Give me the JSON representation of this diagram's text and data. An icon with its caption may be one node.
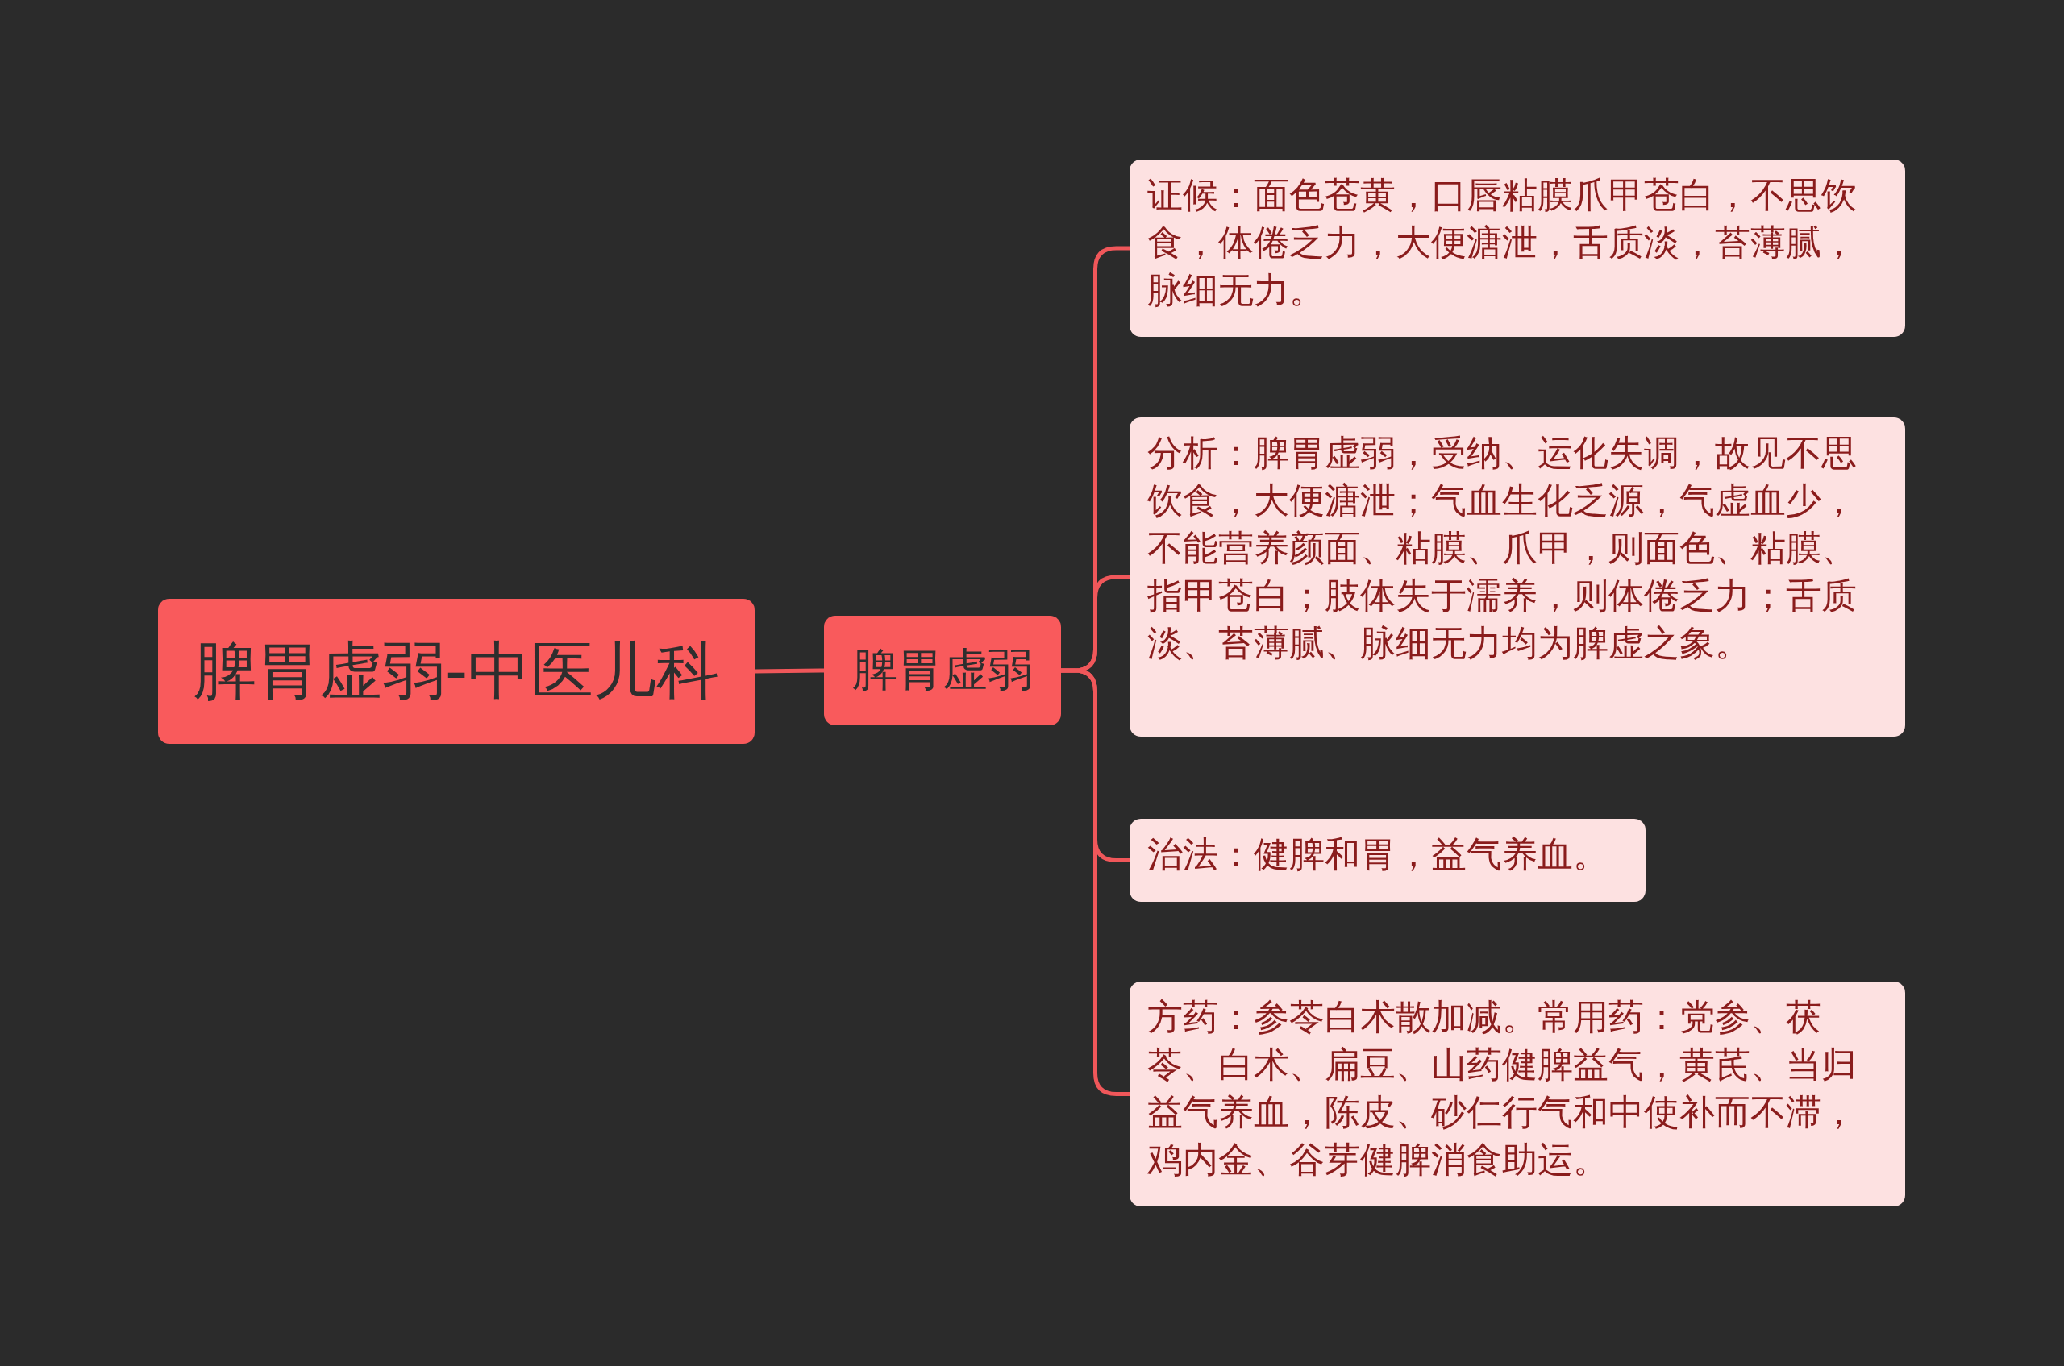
{
  "diagram": {
    "nodes": [
      {
        "text": [
          "脾胃虚弱-中医儿科"
        ]
      },
      {
        "text": [
          "脾胃虚弱"
        ]
      },
      {
        "text": [
          "证候：面色苍黄，口唇粘膜爪甲苍白，不思饮食，体倦乏力，大便溏泄，舌质淡，苔薄腻，脉细无力。"
        ]
      },
      {
        "text": [
          "分析：脾胃虚弱，受纳、运化失调，故见不思饮食，大便溏泄；气血生化乏源，气虚血少，不能营养颜面、粘膜、爪甲，则面色、粘膜、指甲苍白；肢体失于濡养，则体倦乏力；舌质淡、苔薄腻、脉细无力均为脾虚之象。"
        ]
      },
      {
        "text": [
          "治法：健脾和胃，益气养血。"
        ]
      },
      {
        "text": [
          "方药：参苓白术散加减。常用药：党参、茯苓、白术、扁豆、山药健脾益气，黄芪、当归益气养血，陈皮、砂仁行气和中使补而不滞，鸡内金、谷芽健脾消食助运。"
        ]
      }
    ],
    "edges": [
      {
        "from": 0,
        "to": 1,
        "arrow": "none"
      },
      {
        "from": 1,
        "to": 2,
        "arrow": "none"
      },
      {
        "from": 1,
        "to": 3,
        "arrow": "none"
      },
      {
        "from": 1,
        "to": 4,
        "arrow": "none"
      },
      {
        "from": 1,
        "to": 5,
        "arrow": "none"
      }
    ]
  }
}
